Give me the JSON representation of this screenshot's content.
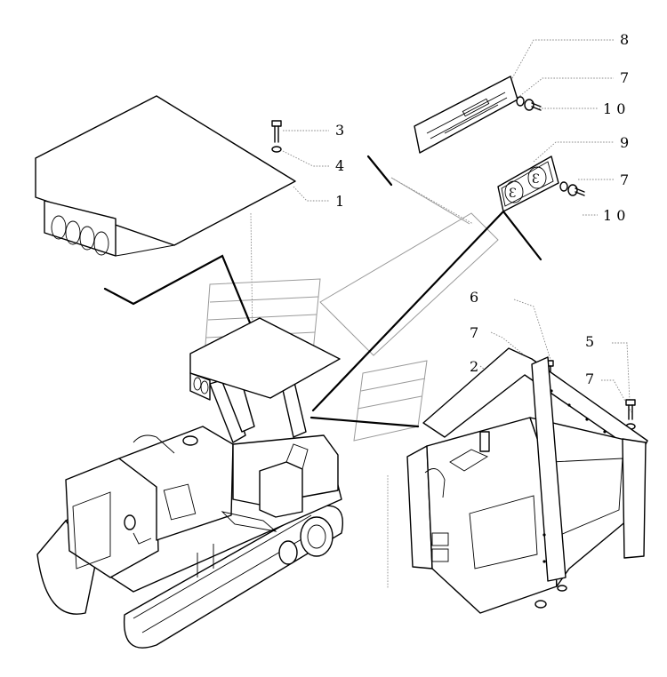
{
  "diagram": {
    "callouts": [
      {
        "id": "c8",
        "label": "8"
      },
      {
        "id": "c7a",
        "label": "7"
      },
      {
        "id": "c10a",
        "label": "1 0"
      },
      {
        "id": "c9",
        "label": "9"
      },
      {
        "id": "c7b",
        "label": "7"
      },
      {
        "id": "c10b",
        "label": "1 0"
      },
      {
        "id": "c3",
        "label": "3"
      },
      {
        "id": "c4",
        "label": "4"
      },
      {
        "id": "c1",
        "label": "1"
      },
      {
        "id": "c6",
        "label": "6"
      },
      {
        "id": "c7c",
        "label": "7"
      },
      {
        "id": "c2",
        "label": "2"
      },
      {
        "id": "c5",
        "label": "5"
      },
      {
        "id": "c7d",
        "label": "7"
      }
    ],
    "plate_icon_glyph": "Ɛ"
  }
}
